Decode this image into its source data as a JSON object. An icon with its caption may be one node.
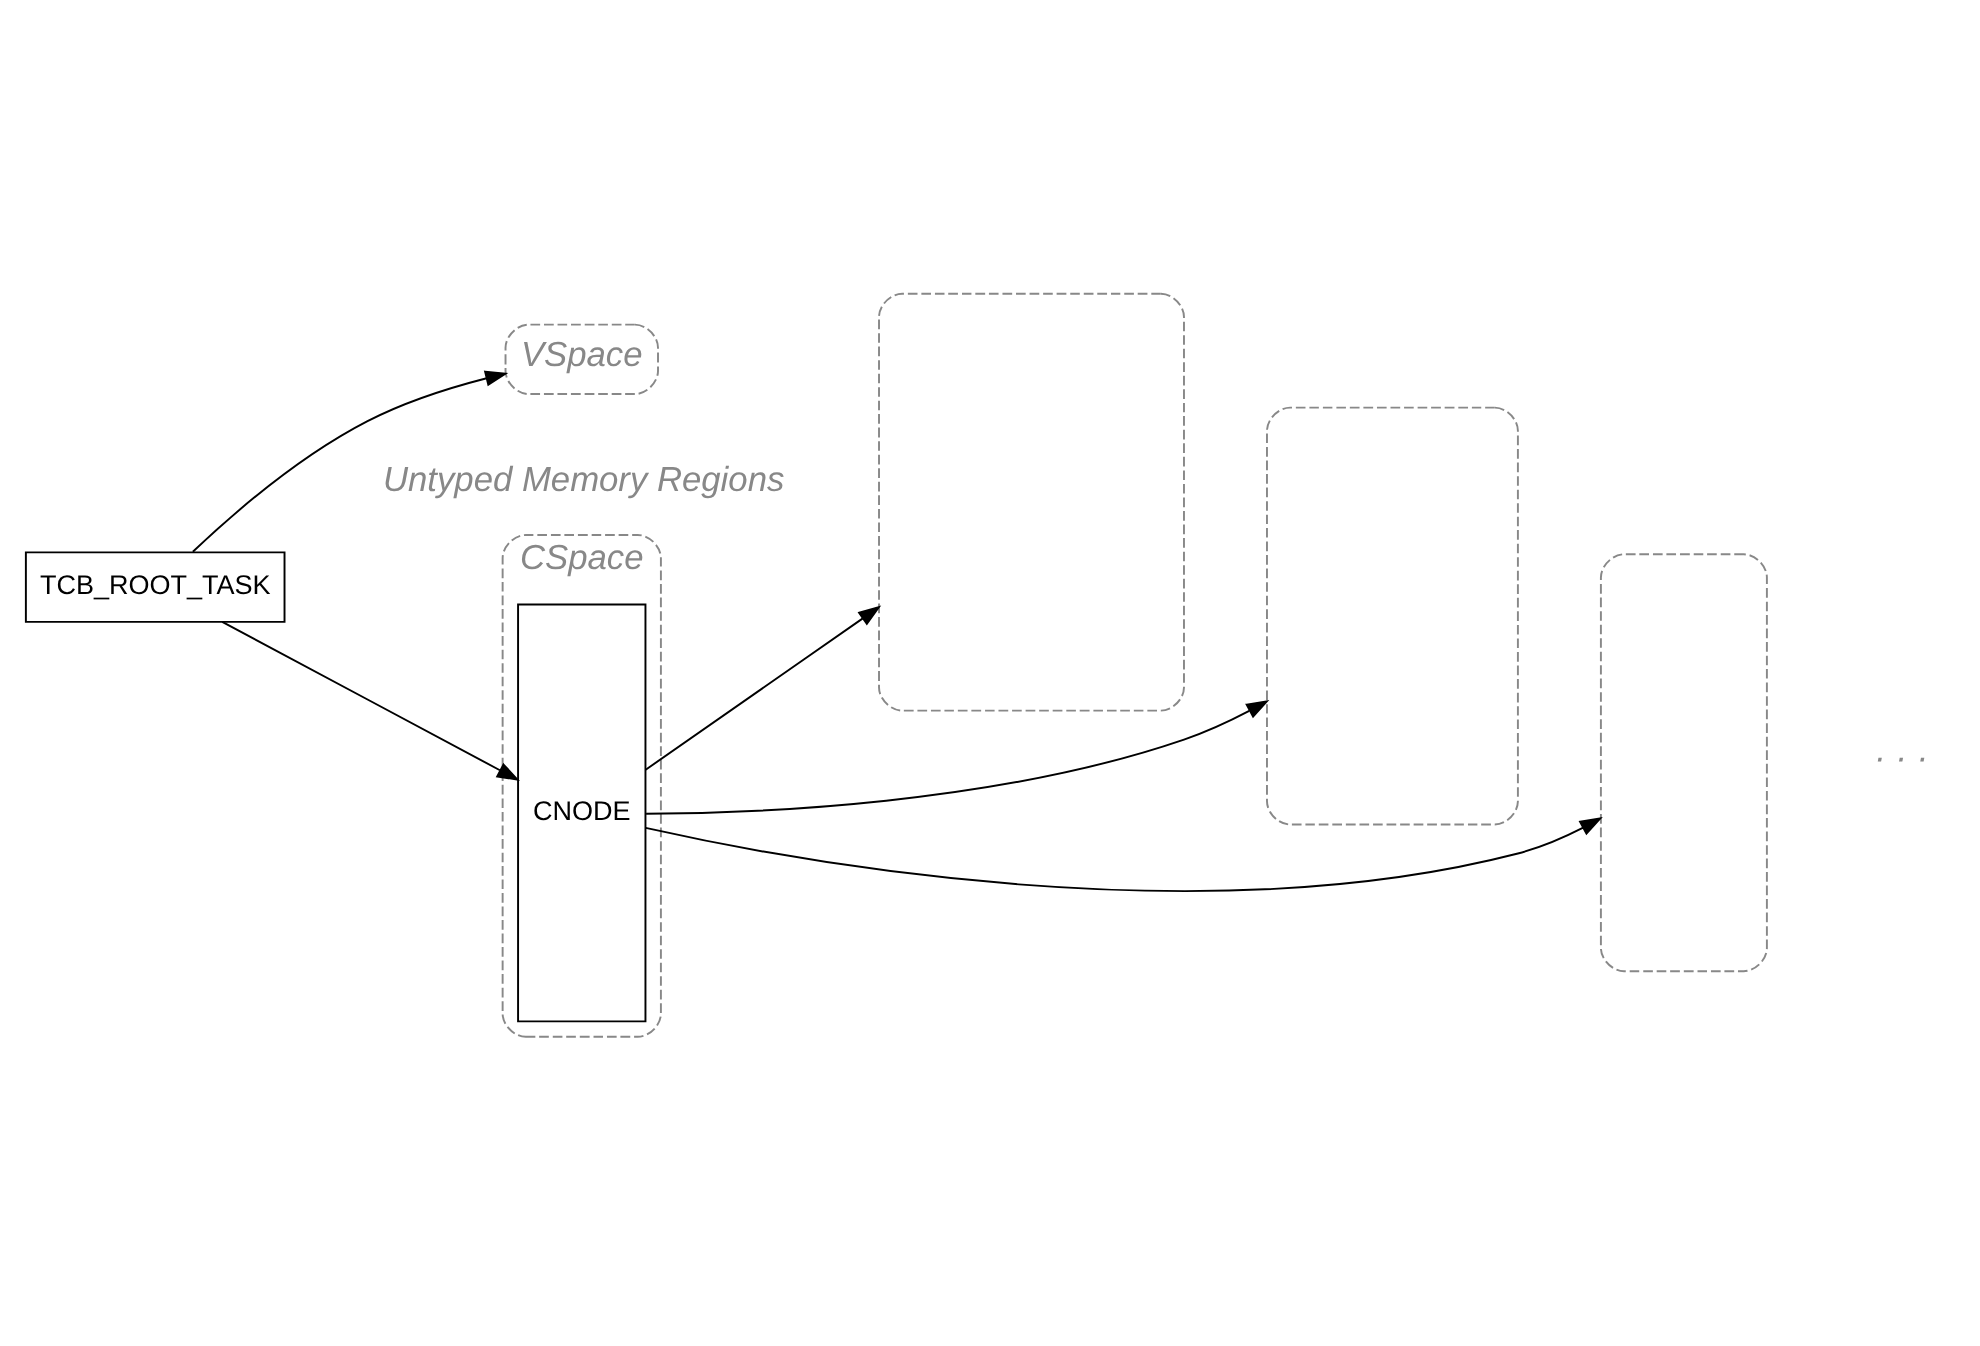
{
  "diagram": {
    "nodes": [
      {
        "text": [
          "TCB_ROOT_TASK"
        ]
      },
      {
        "text": [
          "VSpace"
        ]
      },
      {
        "text": [
          "CSpace"
        ]
      },
      {
        "text": [
          "CNODE"
        ],
        "in": 2
      },
      {
        "text": [],
        "shape": "box"
      },
      {
        "text": [],
        "shape": "box"
      },
      {
        "text": [],
        "shape": "box"
      }
    ],
    "edges": [
      {
        "from": 0,
        "to": 3,
        "arrow": "to"
      },
      {
        "from": 0,
        "to": 1,
        "arrow": "to"
      },
      {
        "from": 3,
        "to": 4,
        "arrow": "to"
      },
      {
        "from": 3,
        "to": 5,
        "arrow": "to"
      },
      {
        "from": 3,
        "to": 6,
        "arrow": "to"
      }
    ],
    "labels": [
      "Untyped Memory Regions",
      "· · ·"
    ]
  }
}
